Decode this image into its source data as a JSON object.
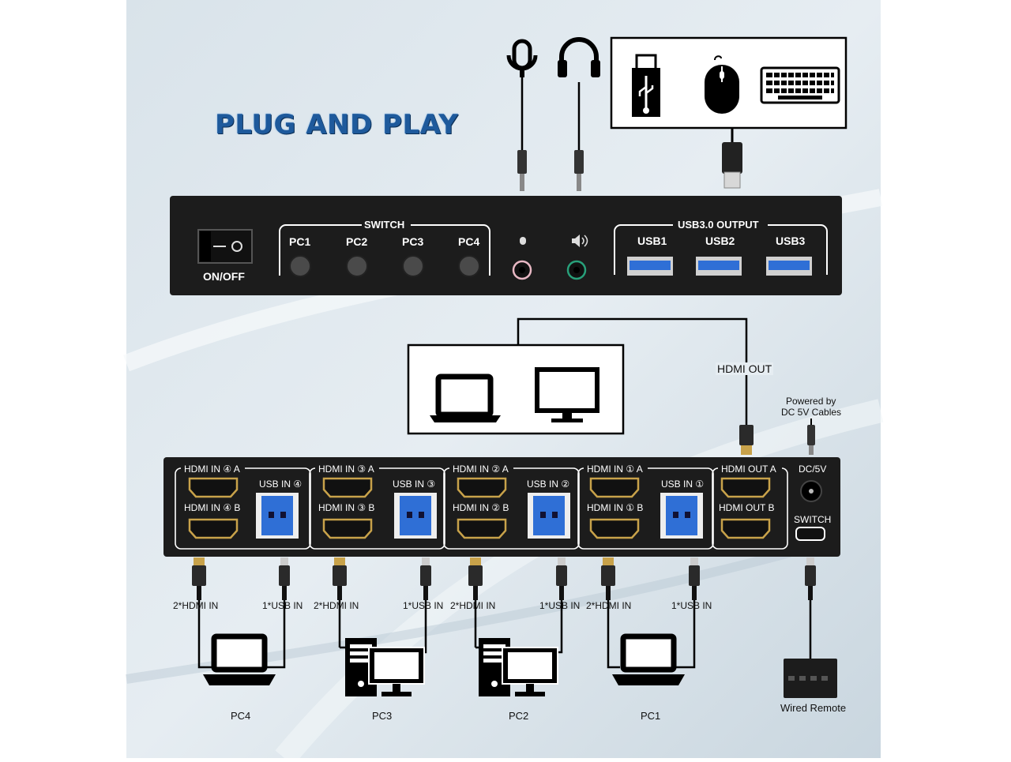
{
  "title": "PLUG AND PLAY",
  "front_panel": {
    "power_label": "ON/OFF",
    "switch_group": "SWITCH",
    "pc_buttons": [
      "PC1",
      "PC2",
      "PC3",
      "PC4"
    ],
    "usb_group": "USB3.0 OUTPUT",
    "usb_ports": [
      "USB1",
      "USB2",
      "USB3"
    ]
  },
  "hdmi_out_label": "HDMI OUT",
  "power_note": [
    "Powered by",
    "DC 5V Cables"
  ],
  "rear_panel": {
    "groups": [
      {
        "a": "HDMI IN ④ A",
        "b": "HDMI IN ④ B",
        "usb": "USB IN ④"
      },
      {
        "a": "HDMI IN ③ A",
        "b": "HDMI IN ③ B",
        "usb": "USB IN ③"
      },
      {
        "a": "HDMI IN ② A",
        "b": "HDMI IN ② B",
        "usb": "USB IN ②"
      },
      {
        "a": "HDMI IN ① A",
        "b": "HDMI IN ① B",
        "usb": "USB IN ①"
      }
    ],
    "out_a": "HDMI OUT A",
    "out_b": "HDMI OUT B",
    "dc_label": "DC/5V",
    "switch_label": "SWITCH"
  },
  "cable_labels": {
    "hdmi": "2*HDMI IN",
    "usb": "1*USB IN"
  },
  "computers": [
    "PC4",
    "PC3",
    "PC2",
    "PC1"
  ],
  "remote_label": "Wired Remote",
  "colors": {
    "title": "#1e5a9c",
    "panel": "#1c1c1c",
    "usb_blue": "#2f6fd6",
    "hdmi_gold": "#c8a24a"
  }
}
